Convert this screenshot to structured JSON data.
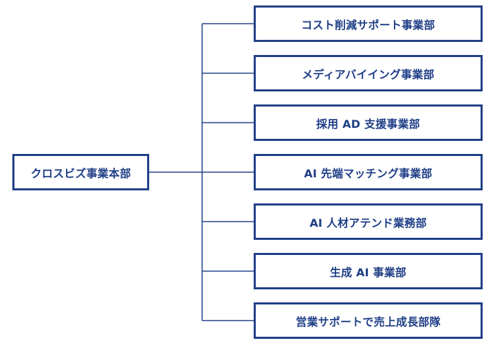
{
  "org_chart": {
    "root": {
      "label": "クロスビズ事業本部"
    },
    "departments": [
      {
        "label": "コスト削減サポート事業部"
      },
      {
        "label": "メディアバイイング事業部"
      },
      {
        "label": "採用 AD 支援事業部"
      },
      {
        "label": "AI 先端マッチング事業部"
      },
      {
        "label": "AI 人材アテンド業務部"
      },
      {
        "label": "生成 AI 事業部"
      },
      {
        "label": "営業サポートで売上成長部隊"
      }
    ]
  },
  "colors": {
    "box_border": "#1f3e86",
    "text": "#1f3e86",
    "connector": "#1f3e86",
    "background": "#ffffff"
  }
}
